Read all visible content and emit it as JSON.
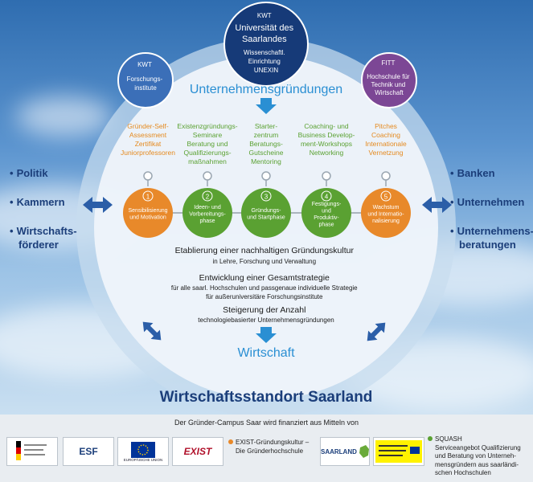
{
  "top_node": {
    "line1": "KWT",
    "line2": "Universität des",
    "line3": "Saarlandes",
    "line4": "Wissenschaftl.",
    "line5": "Einrichtung",
    "line6": "UNEXIN"
  },
  "left_node": {
    "line1": "KWT",
    "line2": "Forschungs-",
    "line3": "institute"
  },
  "right_node": {
    "line1": "FITT",
    "line2": "Hochschule für",
    "line3": "Technik und",
    "line4": "Wirtschaft"
  },
  "title_top": "Unternehmensgründungen",
  "offers": [
    {
      "lines": [
        "Gründer-Self-",
        "Assessment",
        "Zertifikat",
        "Juniorprofessoren"
      ],
      "color": "#e58a1f"
    },
    {
      "lines": [
        "Existenzgründungs-",
        "Seminare",
        "Beratung und",
        "Qualifizierungs-",
        "maßnahmen"
      ],
      "color": "#5aa132"
    },
    {
      "lines": [
        "Starter-",
        "zentrum",
        "Beratungs-",
        "Gutscheine",
        "Mentoring"
      ],
      "color": "#5aa132"
    },
    {
      "lines": [
        "Coaching- und",
        "Business Develop-",
        "ment-Workshops",
        "Networking"
      ],
      "color": "#5aa132"
    },
    {
      "lines": [
        "Pitches",
        "Coaching",
        "Internationale",
        "Vernetzung"
      ],
      "color": "#e58a1f"
    }
  ],
  "phases": [
    {
      "num": "1",
      "lines": [
        "Sensibilisierung",
        "und Motivation"
      ],
      "color": "#e8892a"
    },
    {
      "num": "2",
      "lines": [
        "Ideen- und",
        "Vorbereitungs-",
        "phase"
      ],
      "color": "#5aa132"
    },
    {
      "num": "3",
      "lines": [
        "Gründungs-",
        "und Startphase"
      ],
      "color": "#5aa132"
    },
    {
      "num": "4",
      "lines": [
        "Festigungs-",
        "und",
        "Produktiv-",
        "phase"
      ],
      "color": "#5aa132"
    },
    {
      "num": "5",
      "lines": [
        "Wachstum",
        "und Internatio-",
        "nalisierung"
      ],
      "color": "#e8892a"
    }
  ],
  "goals": [
    {
      "title": "Etablierung einer nachhaltigen Gründungskultur",
      "sub": [
        "in Lehre, Forschung und Verwaltung"
      ]
    },
    {
      "title": "Entwicklung einer Gesamtstrategie",
      "sub": [
        "für alle saarl. Hochschulen und passgenaue individuelle Strategie",
        "für außeruniversitäre Forschungsinstitute"
      ]
    },
    {
      "title": "Steigerung der Anzahl",
      "sub": [
        "technologiebasierter Unternehmensgründungen"
      ]
    }
  ],
  "title_bottom": "Wirtschaft",
  "left_list": [
    "Politik",
    "Kammern",
    "Wirtschafts-",
    "förderer"
  ],
  "right_list": [
    "Banken",
    "Unternehmen",
    "Unternehmens-",
    "beratungen"
  ],
  "main_title": "Wirtschaftsstandort Saarland",
  "footer": {
    "caption": "Der Gründer-Campus Saar wird finanziert aus Mitteln von",
    "logo_esf": "ESF",
    "logo_eu": "EUROPÄISCHE UNION",
    "logo_exist": "EXIST",
    "legend_orange": [
      "EXIST-Gründungskultur –",
      "Die Gründerhochschule"
    ],
    "logo_saarland": "SAARLAND",
    "legend_green": [
      "SQUASH",
      "Serviceangebot Qualifizierung",
      "und Beratung von Unterneh-",
      "mensgründern aus saarländi-",
      "schen Hochschulen"
    ]
  },
  "colors": {
    "ring": "#c8dcef",
    "inner": "#eef4fa",
    "node_top": "#163a78",
    "node_left": "#3b6fb8",
    "node_right": "#7c4795",
    "accent": "#2a8fd3",
    "title": "#1b3e7a"
  }
}
